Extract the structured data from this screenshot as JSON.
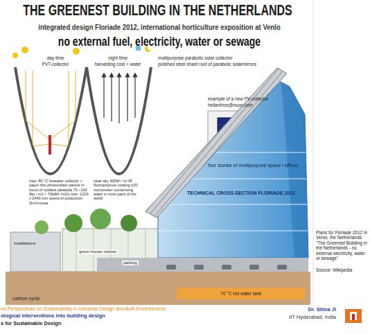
{
  "diagram": {
    "title": "THE GREENEST BUILDING IN THE NETHERLANDS",
    "nodes": [
      {
        "text": [
          "carbon cycle"
        ]
      },
      {
        "text": [
          "70 °C hot water tank"
        ],
        "in": 0
      }
    ],
    "labels": [
      "integrated design Floriade 2012, international horticulture exposition at Venlo",
      "no external fuel, electricity, water or sewage",
      "day time",
      "PVT-collector",
      "night time",
      "harvesting cold + water",
      "multipurpose parabolic solar collector",
      "polished steel sheet roof of parabolic solarmirrors",
      "example of a new PV-collector",
      "helianthos@nuon.com",
      "max. 80 °C hotwater collector + paper-thin photovoltaic panels in focus of nodded parabola 70 ~100 Wp / m2 > 70kWh /m2/y size :1220 x 2440 mm speed of production 3m²/minute",
      "clear sky 300W / m² IR fluoropolymer coating ±20 micrometer condensing water in most parts of the world",
      "four stories of multipurpose space / offices",
      "TECHNICAL CROSS-SECTION FLORIADE 2012",
      "installations",
      "green-house visitors",
      "parking",
      "Plans for Floriade 2012 in Venlo, the Netherlands: \"The Greenest Building in the Netherlands - no external electricity, water or sewage\"",
      "Source: Wikipedia",
      "nd Perspectives on Sustainability in Industrial Design and Built Environments",
      "ological interventions into building design",
      "s for Sustainable Design",
      "Dr. Shiva Ji",
      "IIT Hyderabad, India"
    ]
  }
}
